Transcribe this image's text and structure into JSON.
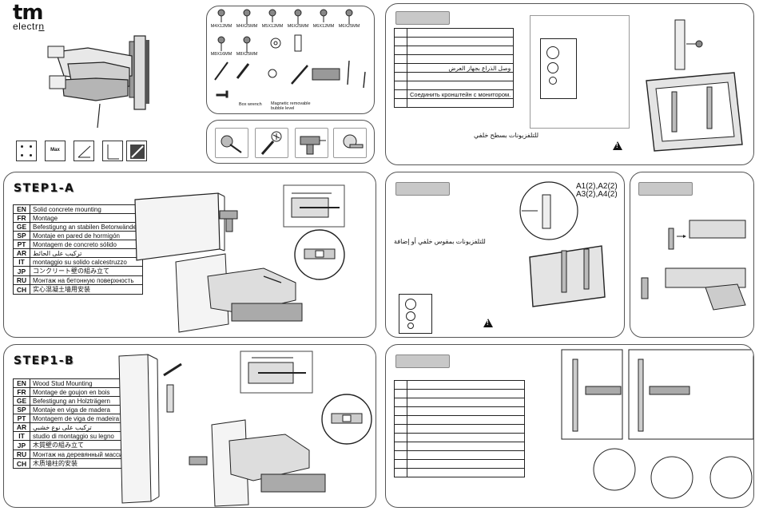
{
  "brand": {
    "name": "tm",
    "sub": "electr",
    "sub_end": "n"
  },
  "hardware": {
    "row1": [
      "M4X12MM",
      "M4X25MM",
      "M5X12MM",
      "M6X25MM",
      "M6X12MM",
      "M6X25MM"
    ],
    "row2": [
      "M8X16MM",
      "M8X25MM"
    ],
    "tools": [
      "Box wrench",
      "Magnetic removable bubble level"
    ]
  },
  "spec_icons": {
    "max_label": "Max"
  },
  "top_right": {
    "arabic": "وصل الذراع بجهاز العرض",
    "russian": "Соединить кронштейн с монитором.",
    "arabic_footer": "للتلفزيونات بسطح خلفي"
  },
  "mid_center": {
    "screw_labels": [
      "A1(2),A2(2)",
      "A3(2),A4(2)"
    ],
    "arabic": "للتلفزيونات بمقوس خلفي أو إضافة"
  },
  "step1a": {
    "title": "STEP1-A",
    "rows": [
      {
        "code": "EN",
        "text": "Solid concrete mounting"
      },
      {
        "code": "FR",
        "text": "Montage"
      },
      {
        "code": "GE",
        "text": "Befestigung an stabilen Betonwänden"
      },
      {
        "code": "SP",
        "text": "Montaje en pared de hormigón"
      },
      {
        "code": "PT",
        "text": "Montagem de concreto sólido"
      },
      {
        "code": "AR",
        "text": "تركيب على الحائط"
      },
      {
        "code": "IT",
        "text": "montaggio su solido calcestruzzo"
      },
      {
        "code": "JP",
        "text": "コンクリート壁の組み立て"
      },
      {
        "code": "RU",
        "text": "Монтаж на бетонную поверхность"
      },
      {
        "code": "CH",
        "text": "实心混凝土墙用安装"
      }
    ]
  },
  "step1b": {
    "title": "STEP1-B",
    "rows": [
      {
        "code": "EN",
        "text": "Wood Stud Mounting"
      },
      {
        "code": "FR",
        "text": "Montage de goujon en bois"
      },
      {
        "code": "GE",
        "text": "Befestigung an Holzträgern"
      },
      {
        "code": "SP",
        "text": "Montaje en viga de madera"
      },
      {
        "code": "PT",
        "text": "Montagem de viga de madeira"
      },
      {
        "code": "AR",
        "text": "تركيب على نوع خشبي"
      },
      {
        "code": "IT",
        "text": "studio di montaggio su legno"
      },
      {
        "code": "JP",
        "text": "木質壁の組み立て"
      },
      {
        "code": "RU",
        "text": "Монтаж на деревянный массив"
      },
      {
        "code": "CH",
        "text": "木质墙柱的安装"
      }
    ]
  },
  "colors": {
    "tab": "#c8c8c8",
    "border": "#555555",
    "step_shadow": "#999999"
  }
}
